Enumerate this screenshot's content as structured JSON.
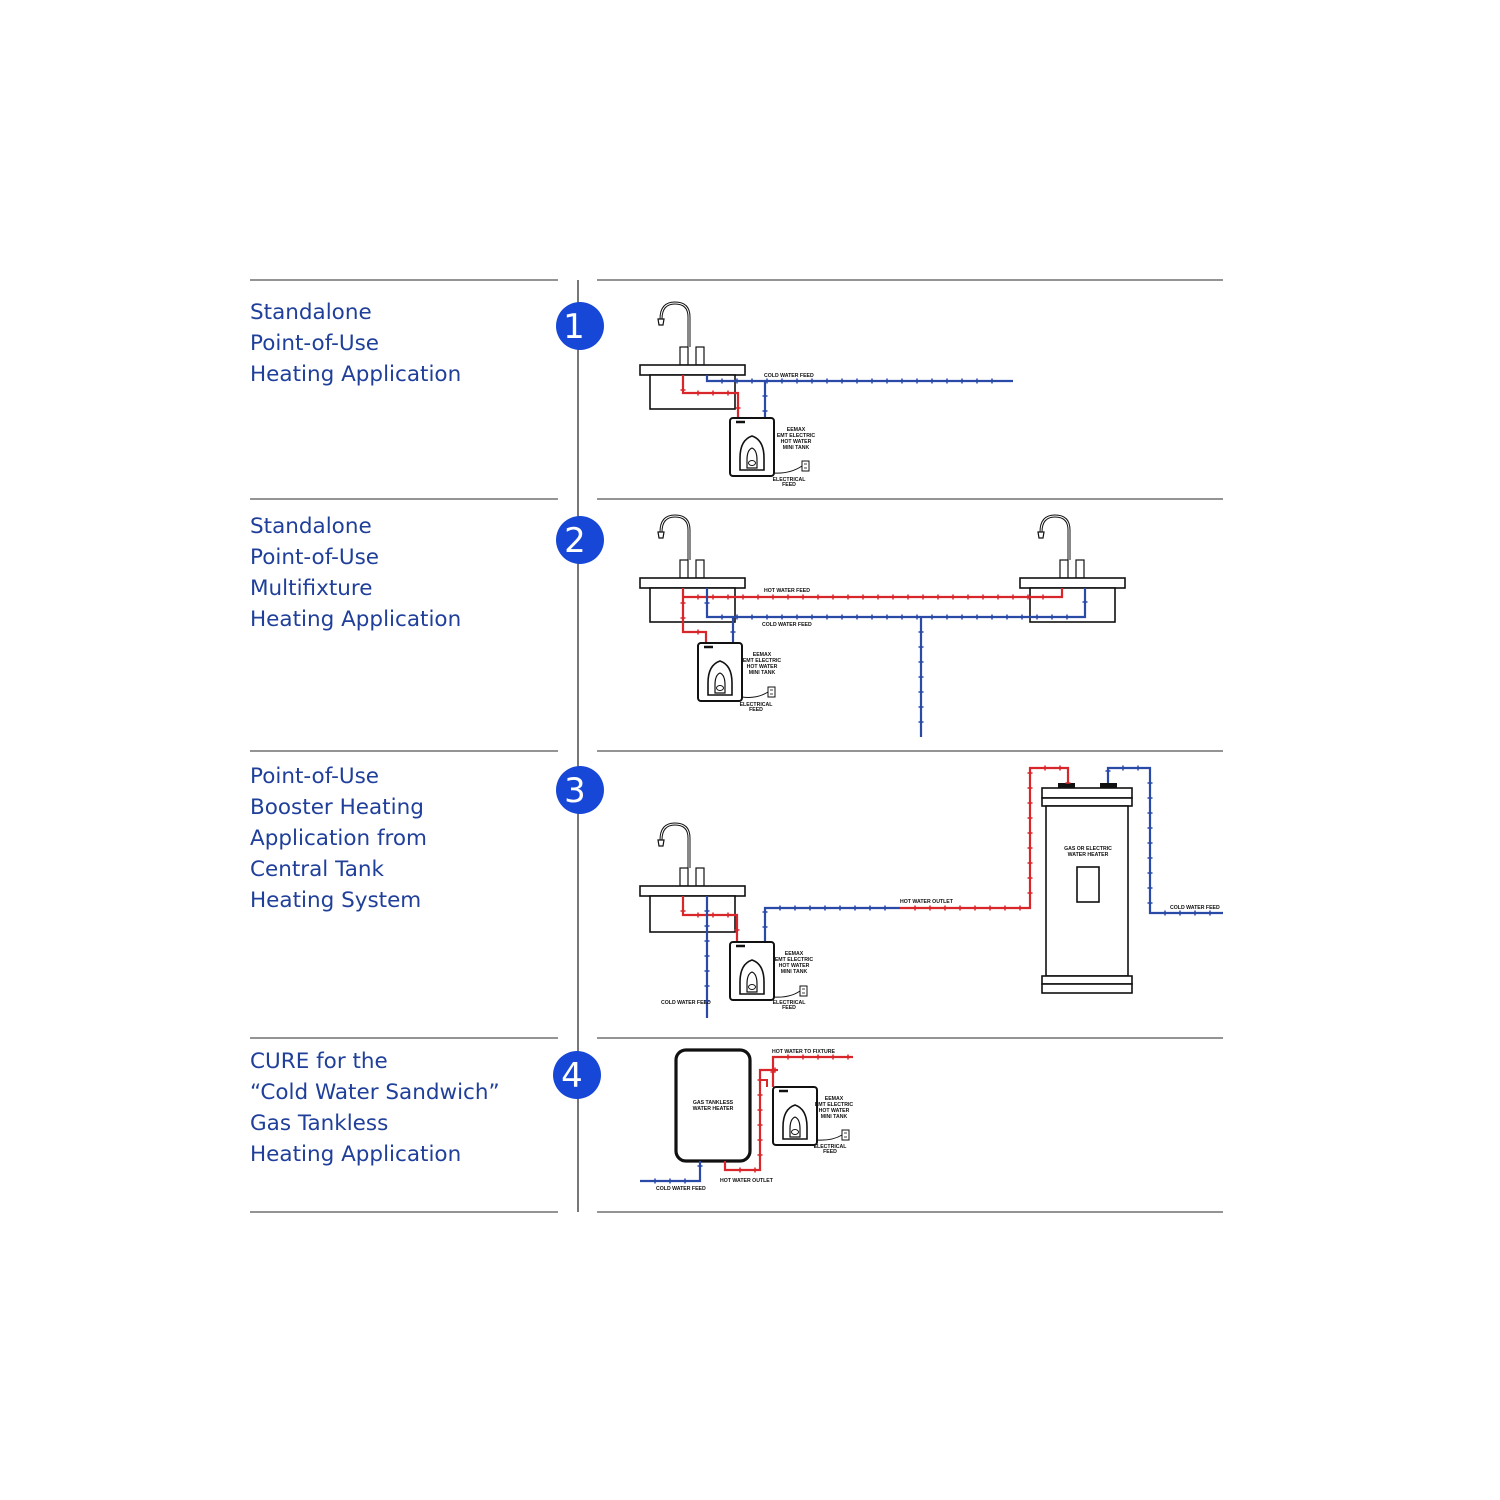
{
  "sections": [
    {
      "number": "1",
      "title_lines": [
        "Standalone",
        "Point-of-Use",
        "Heating Application"
      ],
      "labels": {
        "cold": "COLD WATER FEED",
        "heater": [
          "EEMAX",
          "EMT ELECTRIC",
          "HOT WATER",
          "MINI TANK"
        ],
        "elec": [
          "ELECTRICAL",
          "FEED"
        ]
      }
    },
    {
      "number": "2",
      "title_lines": [
        "Standalone",
        "Point-of-Use",
        "Multifixture",
        "Heating Application"
      ],
      "labels": {
        "hot": "HOT WATER FEED",
        "cold": "COLD WATER FEED",
        "heater": [
          "EEMAX",
          "EMT ELECTRIC",
          "HOT WATER",
          "MINI TANK"
        ],
        "elec": [
          "ELECTRICAL",
          "FEED"
        ]
      }
    },
    {
      "number": "3",
      "title_lines": [
        "Point-of-Use",
        "Booster Heating",
        "Application from",
        "Central Tank",
        "Heating System"
      ],
      "labels": {
        "outlet": "HOT WATER OUTLET",
        "cold_right": "COLD WATER FEED",
        "cold_left": "COLD WATER FEED",
        "tank": [
          "GAS OR ELECTRIC",
          "WATER HEATER"
        ],
        "heater": [
          "EEMAX",
          "EMT ELECTRIC",
          "HOT WATER",
          "MINI TANK"
        ],
        "elec": [
          "ELECTRICAL",
          "FEED"
        ]
      }
    },
    {
      "number": "4",
      "title_lines": [
        "CURE for the",
        "“Cold Water Sandwich”",
        "Gas Tankless",
        "Heating Application"
      ],
      "labels": {
        "fixture": "HOT WATER TO FIXTURE",
        "outlet": "HOT WATER OUTLET",
        "cold": "COLD WATER FEED",
        "tankless": [
          "GAS TANKLESS",
          "WATER HEATER"
        ],
        "heater": [
          "EEMAX",
          "EMT ELECTRIC",
          "HOT WATER",
          "MINI TANK"
        ],
        "elec": [
          "ELECTRICAL",
          "FEED"
        ]
      }
    }
  ],
  "colors": {
    "heading": "#1f3f9a",
    "badge": "#1747d6",
    "hot_pipe": "#d9262b",
    "cold_pipe": "#2a4aa8",
    "rule": "#555555"
  }
}
